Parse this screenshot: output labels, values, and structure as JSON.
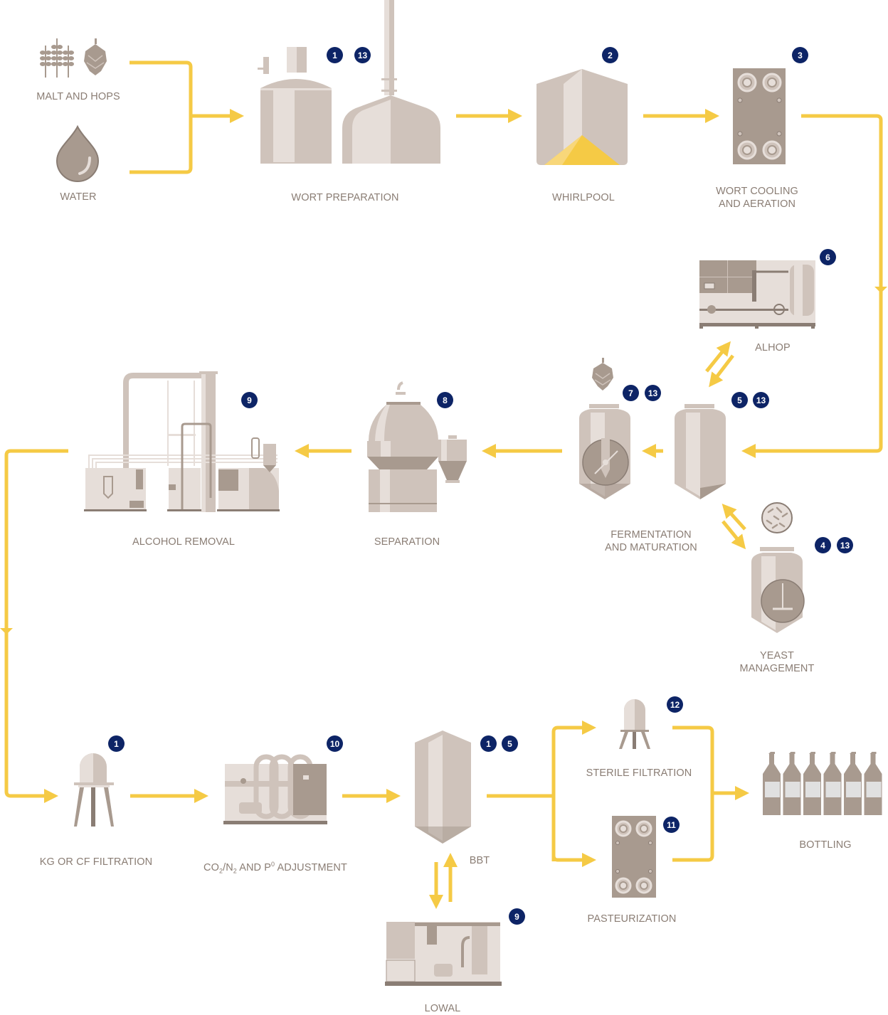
{
  "colors": {
    "flow": "#f5ca45",
    "badge": "#0d2466",
    "equip_light": "#e6ded9",
    "equip_mid": "#cfc3bb",
    "equip_dark": "#a89a8f",
    "label": "#8a7d74"
  },
  "inputs": {
    "malt_hops": {
      "label": "MALT AND HOPS",
      "icons": [
        "wheat-icon",
        "hop-icon"
      ]
    },
    "water": {
      "label": "WATER",
      "icon": "water-drop-icon"
    }
  },
  "steps": {
    "wort_preparation": {
      "label": "WORT PREPARATION",
      "badges": [
        "1",
        "13"
      ]
    },
    "whirlpool": {
      "label": "WHIRLPOOL",
      "badges": [
        "2"
      ]
    },
    "wort_cooling": {
      "label_line1": "WORT COOLING",
      "label_line2": "AND AERATION",
      "badges": [
        "3"
      ]
    },
    "alhop": {
      "label": "ALHOP",
      "badges": [
        "6"
      ]
    },
    "fermentation": {
      "label_line1": "FERMENTATION",
      "label_line2": "AND MATURATION",
      "badges_left": [
        "7",
        "13"
      ],
      "badges_right": [
        "5",
        "13"
      ]
    },
    "yeast": {
      "label_line1": "YEAST",
      "label_line2": "MANAGEMENT",
      "badges": [
        "4",
        "13"
      ]
    },
    "separation": {
      "label": "SEPARATION",
      "badges": [
        "8"
      ]
    },
    "alcohol_removal": {
      "label": "ALCOHOL REMOVAL",
      "badges": [
        "9"
      ]
    },
    "kg_filtration": {
      "label": "KG OR CF FILTRATION",
      "badges": [
        "1"
      ]
    },
    "co2_adjustment": {
      "label_co": "CO",
      "label_sub1": "2",
      "label_n": "/N",
      "label_sub2": "2",
      "label_and": " AND P",
      "label_sup": "0",
      "label_end": " ADJUSTMENT",
      "badges": [
        "10"
      ]
    },
    "bbt": {
      "label": "BBT",
      "badges": [
        "1",
        "5"
      ]
    },
    "lowal": {
      "label": "LOWAL",
      "badges": [
        "9"
      ]
    },
    "sterile_filtration": {
      "label": "STERILE FILTRATION",
      "badges": [
        "12"
      ]
    },
    "pasteurization": {
      "label": "PASTEURIZATION",
      "badges": [
        "11"
      ]
    },
    "bottling": {
      "label": "BOTTLING"
    }
  }
}
